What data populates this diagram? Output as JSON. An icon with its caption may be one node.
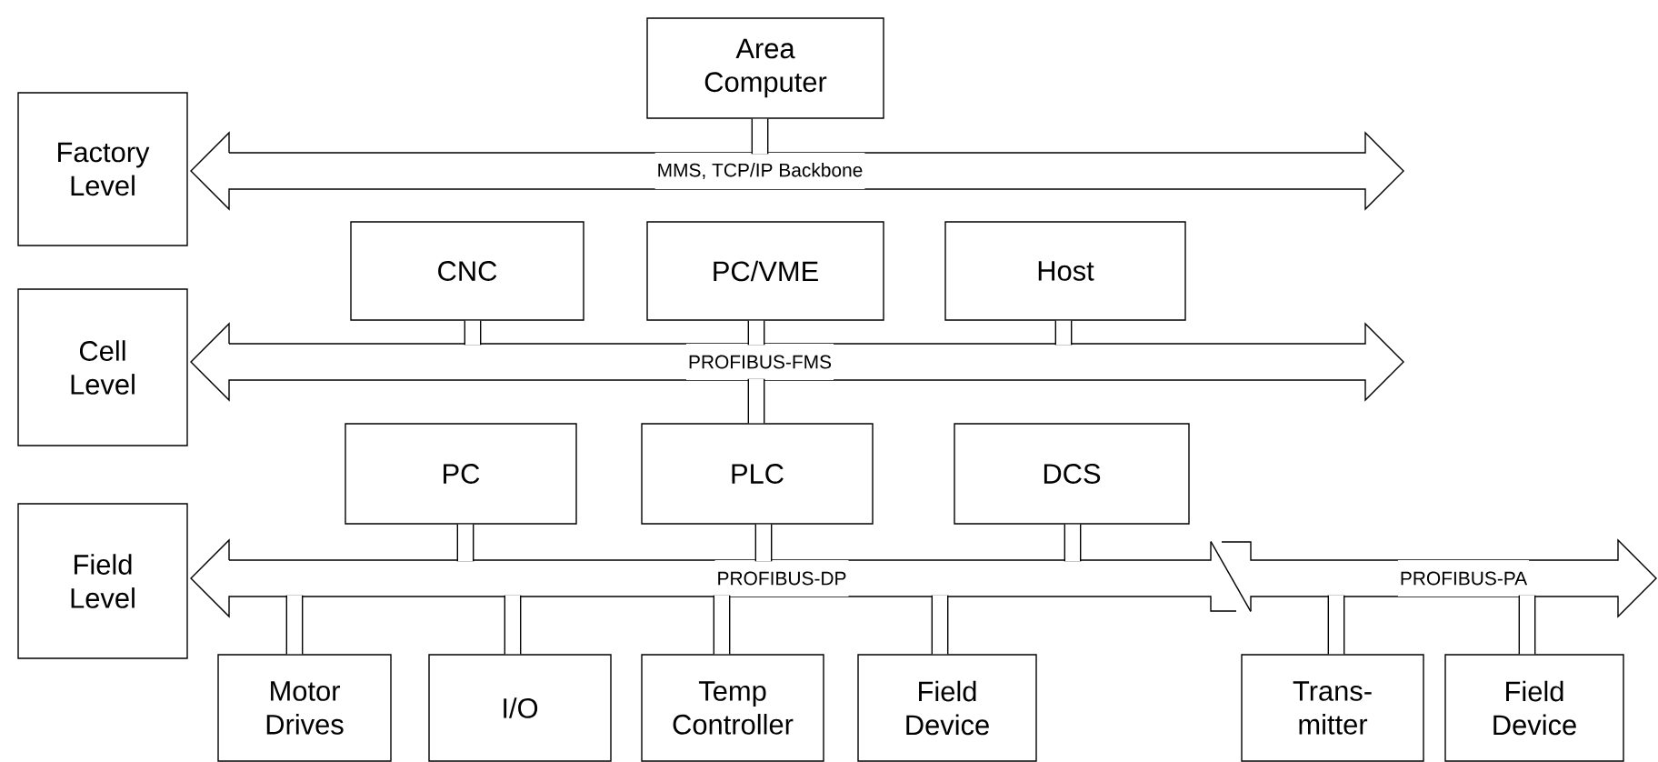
{
  "diagram": {
    "nodes": [
      {
        "text": [
          "Area Computer"
        ]
      },
      {
        "text": [
          "Factory Level"
        ]
      },
      {
        "text": [
          "MMS, TCP/IP Backbone"
        ]
      },
      {
        "text": [
          "CNC"
        ]
      },
      {
        "text": [
          "PC/VME"
        ]
      },
      {
        "text": [
          "Host"
        ]
      },
      {
        "text": [
          "Cell Level"
        ]
      },
      {
        "text": [
          "PROFIBUS-FMS"
        ]
      },
      {
        "text": [
          "PC"
        ]
      },
      {
        "text": [
          "PLC"
        ]
      },
      {
        "text": [
          "DCS"
        ]
      },
      {
        "text": [
          "Field Level"
        ]
      },
      {
        "text": [
          "PROFIBUS-DP"
        ]
      },
      {
        "text": [
          "PROFIBUS-PA"
        ]
      },
      {
        "text": [
          "Motor Drives"
        ]
      },
      {
        "text": [
          "I/O"
        ]
      },
      {
        "text": [
          "Temp Controller"
        ]
      },
      {
        "text": [
          "Field Device"
        ]
      },
      {
        "text": [
          "Trans- mitter"
        ]
      },
      {
        "text": [
          "Field Device"
        ]
      }
    ],
    "edges": [
      {
        "from": 0,
        "to": 2,
        "arrow": "none"
      },
      {
        "from": 3,
        "to": 7,
        "arrow": "none"
      },
      {
        "from": 4,
        "to": 7,
        "arrow": "none"
      },
      {
        "from": 5,
        "to": 7,
        "arrow": "none"
      },
      {
        "from": 9,
        "to": 7,
        "arrow": "none"
      },
      {
        "from": 8,
        "to": 12,
        "arrow": "none"
      },
      {
        "from": 9,
        "to": 12,
        "arrow": "none"
      },
      {
        "from": 10,
        "to": 12,
        "arrow": "none"
      },
      {
        "from": 14,
        "to": 12,
        "arrow": "none"
      },
      {
        "from": 15,
        "to": 12,
        "arrow": "none"
      },
      {
        "from": 16,
        "to": 12,
        "arrow": "none"
      },
      {
        "from": 17,
        "to": 12,
        "arrow": "none"
      },
      {
        "from": 12,
        "to": 13,
        "arrow": "none"
      },
      {
        "from": 18,
        "to": 13,
        "arrow": "none"
      },
      {
        "from": 19,
        "to": 13,
        "arrow": "none"
      }
    ]
  }
}
